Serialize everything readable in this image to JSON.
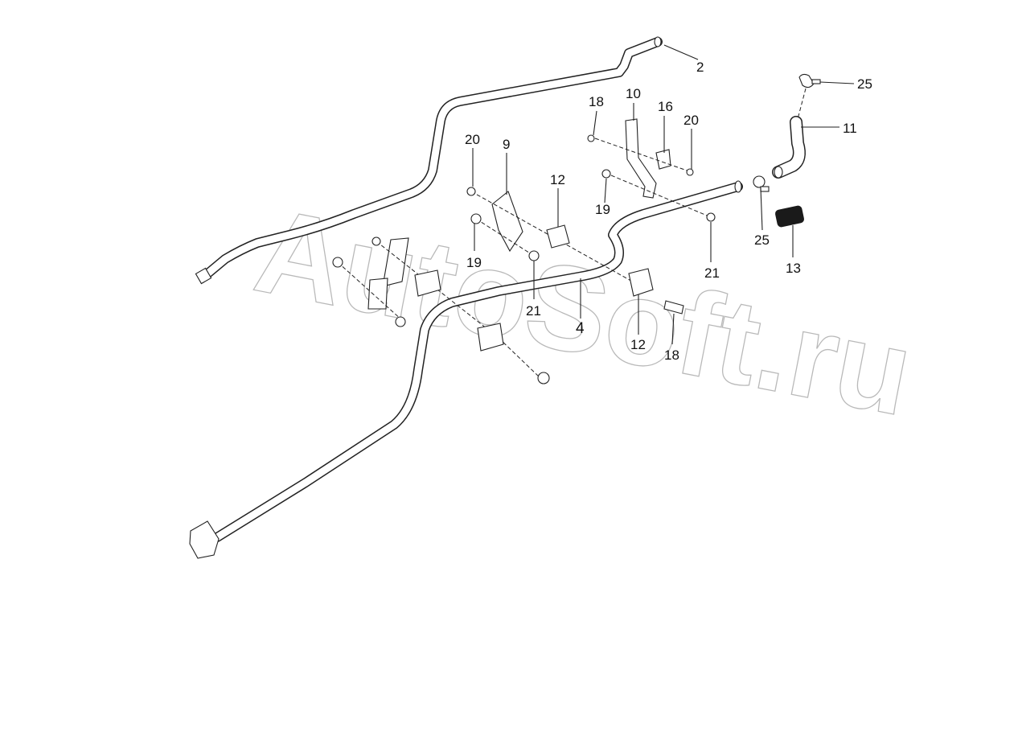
{
  "watermark": "AutoSoft.ru",
  "callouts": {
    "c2": "2",
    "c25a": "25",
    "c11": "11",
    "c18a": "18",
    "c10": "10",
    "c16": "16",
    "c20a": "20",
    "c20b": "20",
    "c9": "9",
    "c12a": "12",
    "c19a": "19",
    "c19b": "19",
    "c25b": "25",
    "c21a": "21",
    "c21b": "21",
    "c13": "13",
    "c4": "4",
    "c12b": "12",
    "c18b": "18"
  }
}
